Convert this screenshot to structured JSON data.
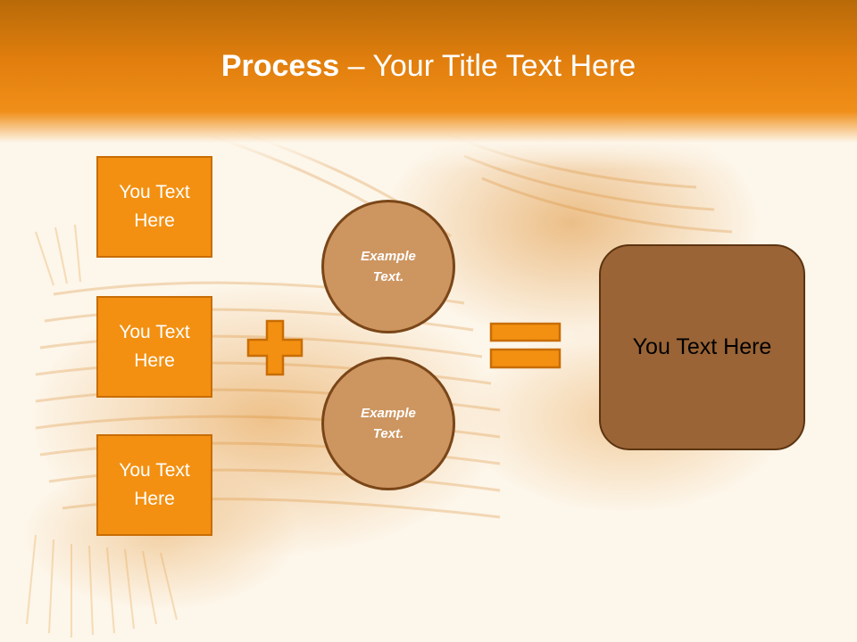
{
  "slide": {
    "title_bold": "Process",
    "title_rest": " – Your Title Text Here"
  },
  "inputs": [
    {
      "label": "You Text Here"
    },
    {
      "label": "You Text Here"
    },
    {
      "label": "You Text Here"
    }
  ],
  "circles": [
    {
      "label": "Example Text."
    },
    {
      "label": "Example Text."
    }
  ],
  "result": {
    "label": "You Text Here"
  },
  "colors": {
    "header_orange": "#e27f0e",
    "box_orange": "#f39011",
    "circle_tan": "#cd9560",
    "result_brown": "#9a6436"
  },
  "icons": {
    "operator_1": "plus-icon",
    "operator_2": "equals-icon"
  }
}
